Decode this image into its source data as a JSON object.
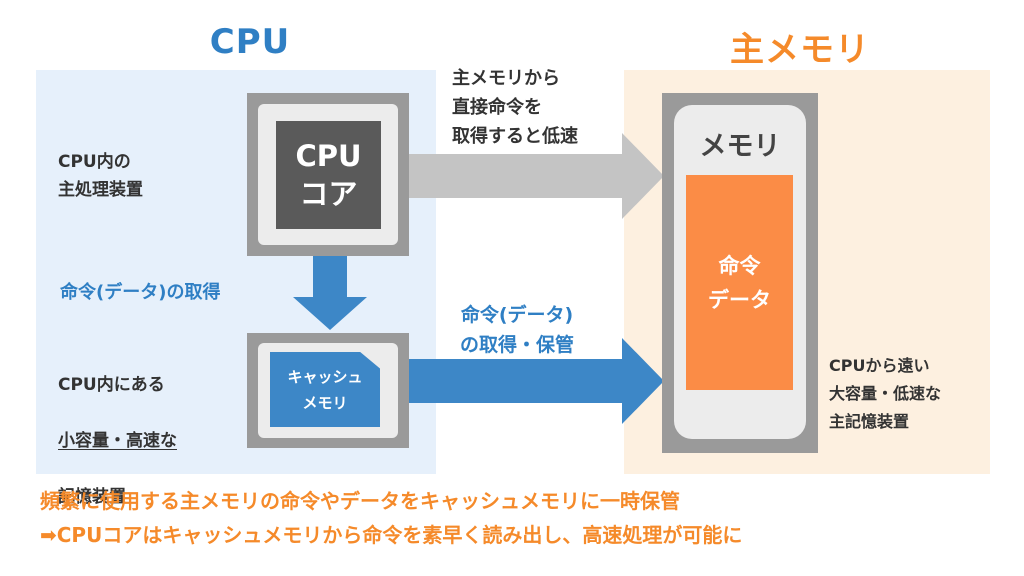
{
  "titles": {
    "cpu": "CPU",
    "memory": "主メモリ"
  },
  "cpu_side": {
    "core_desc": "CPU内の\n主処理装置",
    "core_label": "CPU\nコア",
    "fetch_label": "命令(データ)の取得",
    "cache_desc_line1": "CPU内にある",
    "cache_desc_line2": "小容量・高速な",
    "cache_desc_line3": "記憶装置",
    "cache_label": "キャッシュ\nメモリ"
  },
  "arrows": {
    "direct_label": "主メモリから\n直接命令を\n取得すると低速",
    "cache_fetch_label": "命令(データ)\nの取得・保管"
  },
  "memory_side": {
    "memory_label": "メモリ",
    "data_label": "命令\nデータ",
    "desc": "CPUから遠い\n大容量・低速な\n主記憶装置"
  },
  "conclusion": {
    "line1": "頻繁に使用する主メモリの命令やデータをキャッシュメモリに一時保管",
    "line2": "➡CPUコアはキャッシュメモリから命令を素早く読み出し、高速処理が可能に"
  },
  "colors": {
    "cpu_blue": "#2f7fc4",
    "memory_orange": "#f58a2a",
    "arrow_gray": "#c4c4c4",
    "arrow_blue": "#3d87c7"
  }
}
